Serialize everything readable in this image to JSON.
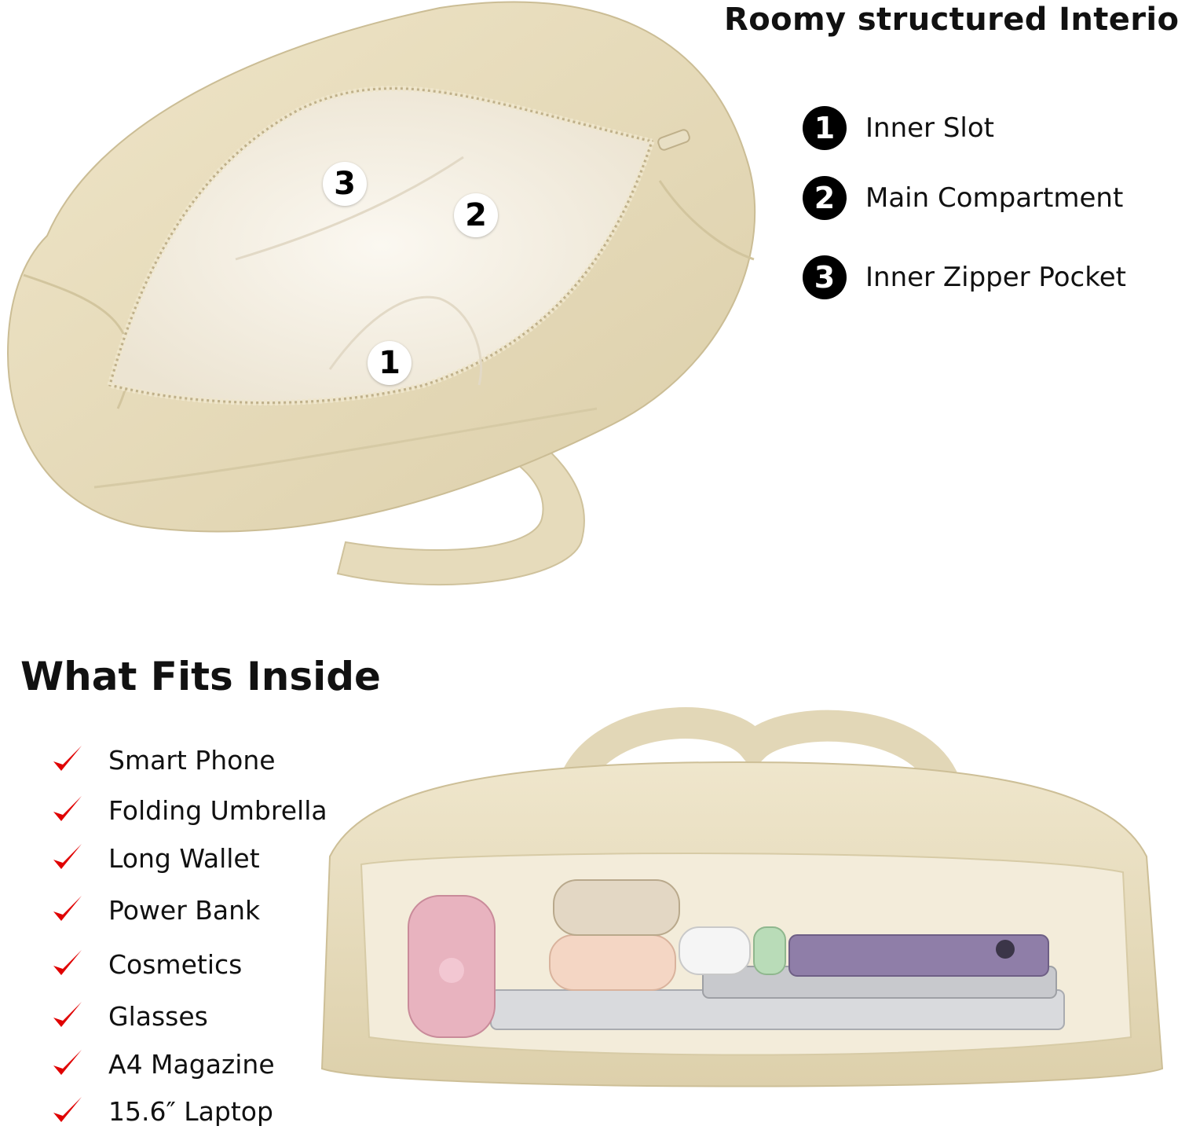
{
  "top_title": "Roomy structured Interior",
  "legend": [
    {
      "num": "1",
      "label": "Inner Slot"
    },
    {
      "num": "2",
      "label": "Main Compartment"
    },
    {
      "num": "3",
      "label": "Inner Zipper Pocket"
    }
  ],
  "photo_markers": [
    "3",
    "2",
    "1"
  ],
  "section_title": "What Fits Inside",
  "items": [
    "Smart Phone",
    "Folding Umbrella",
    "Long Wallet",
    "Power Bank",
    "Cosmetics",
    "Glasses",
    "A4  Magazine",
    "15.6″ Laptop"
  ],
  "colors": {
    "bag": "#e9dfc0",
    "bag_shadow": "#d9cca6",
    "lining": "#f6f1e6",
    "check": "#e00000"
  },
  "icons": {
    "check": "check-mark-icon"
  }
}
